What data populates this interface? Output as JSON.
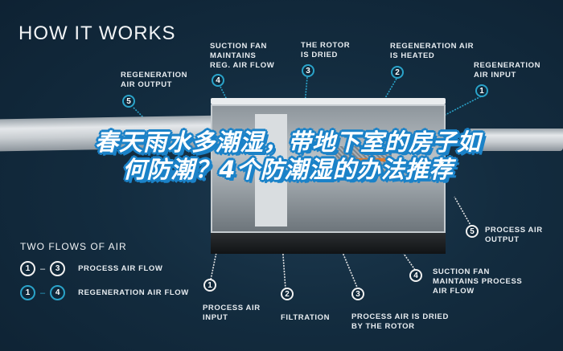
{
  "title": "HOW IT WORKS",
  "colors": {
    "background": "#132c3f",
    "accent_blue": "#2aa3c9",
    "overlay_outline": "#1b82c8",
    "text": "#e8edf1"
  },
  "top_callouts": [
    {
      "number": "5",
      "label": "REGENERATION\nAIR OUTPUT"
    },
    {
      "number": "4",
      "label": "SUCTION FAN\nMAINTAINS\nREG. AIR FLOW"
    },
    {
      "number": "3",
      "label": "THE ROTOR\nIS DRIED"
    },
    {
      "number": "2",
      "label": "REGENERATION AIR\nIS HEATED"
    },
    {
      "number": "1",
      "label": "REGENERATION\nAIR INPUT"
    }
  ],
  "bottom_callouts": [
    {
      "number": "1",
      "label": "PROCESS AIR\nINPUT"
    },
    {
      "number": "2",
      "label": "FILTRATION"
    },
    {
      "number": "3",
      "label": "PROCESS AIR IS DRIED\nBY THE ROTOR"
    },
    {
      "number": "4",
      "label": "SUCTION FAN\nMAINTAINS PROCESS\nAIR FLOW"
    },
    {
      "number": "5",
      "label": "PROCESS AIR\nOUTPUT"
    }
  ],
  "legend": {
    "title": "TWO FLOWS OF AIR",
    "rows": [
      {
        "from": "1",
        "to": "3",
        "label": "PROCESS AIR FLOW",
        "style": "white"
      },
      {
        "from": "1",
        "to": "4",
        "label": "REGENERATION AIR FLOW",
        "style": "blue"
      }
    ]
  },
  "overlay_text": "春天雨水多潮湿，带地下室的房子如何防潮？4个防潮湿的办法推荐"
}
